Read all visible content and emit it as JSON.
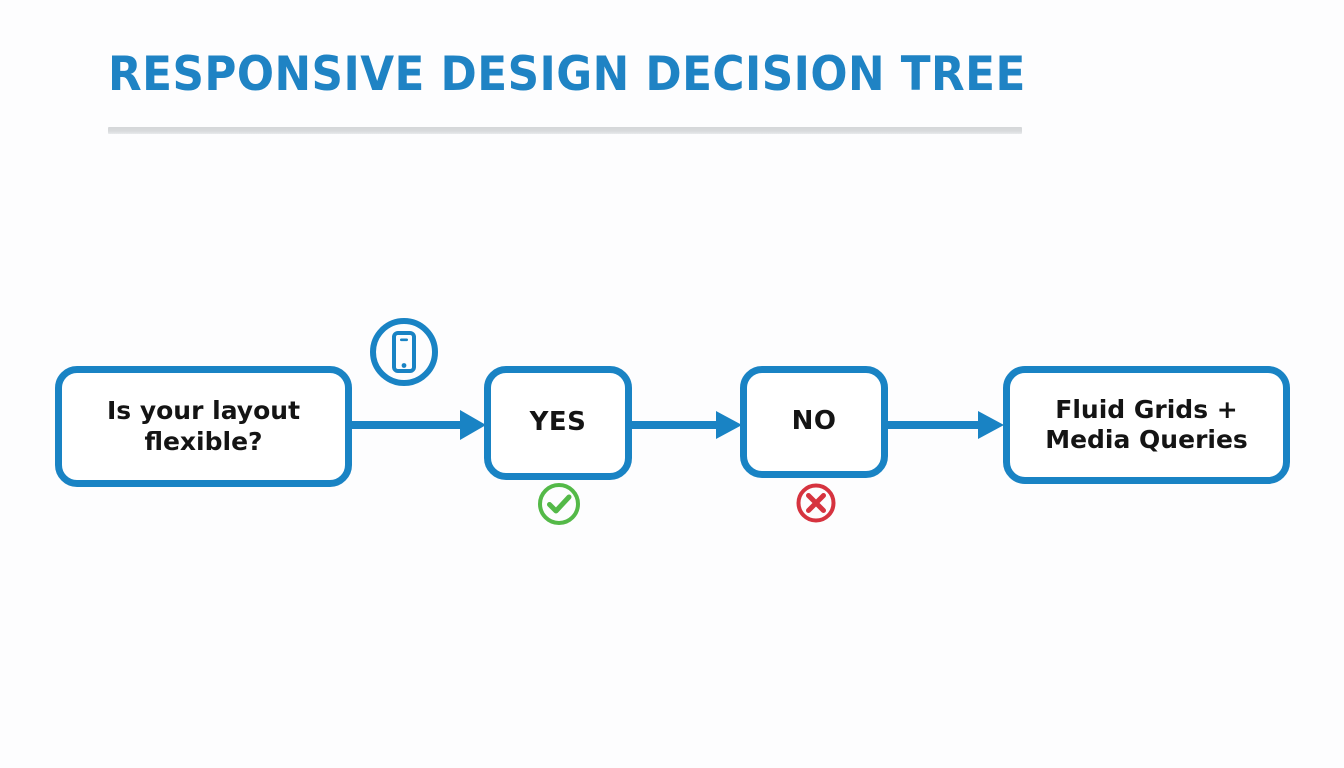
{
  "slide": {
    "background_color": "#fdfdfe",
    "accent_color": "#1983c4",
    "title_color": "#1f83c4",
    "divider_color": "#d8dadc"
  },
  "header": {
    "title": "RESPONSIVE DESIGN DECISION TREE"
  },
  "diagram": {
    "nodes": [
      {
        "id": "question",
        "label": "Is your layout\nflexible?",
        "border_color": "#1983c4",
        "text_color": "#141414"
      },
      {
        "id": "yes",
        "label": "YES",
        "border_color": "#1983c4",
        "text_color": "#141414"
      },
      {
        "id": "no",
        "label": "NO",
        "border_color": "#1983c4",
        "text_color": "#141414"
      },
      {
        "id": "result",
        "label": "Fluid Grids +\nMedia Queries",
        "border_color": "#1983c4",
        "text_color": "#141414"
      }
    ],
    "connectors": [
      {
        "id": "question-to-yes",
        "from": "question",
        "to": "yes",
        "style": "solid-arrow",
        "color": "#1983c4"
      },
      {
        "id": "yes-to-no",
        "from": "yes",
        "to": "no",
        "style": "solid-arrow",
        "color": "#1983c4"
      },
      {
        "id": "no-to-result",
        "from": "no",
        "to": "result",
        "style": "solid-arrow",
        "color": "#1983c4"
      }
    ],
    "icons": [
      {
        "id": "mobile-device",
        "name": "mobile-phone-icon",
        "color": "#1983c4",
        "attached_to": "question"
      },
      {
        "id": "success",
        "name": "check-circle-icon",
        "color": "#54b948",
        "attached_to": "yes"
      },
      {
        "id": "failure",
        "name": "x-circle-icon",
        "color": "#d6333f",
        "attached_to": "no"
      }
    ]
  }
}
